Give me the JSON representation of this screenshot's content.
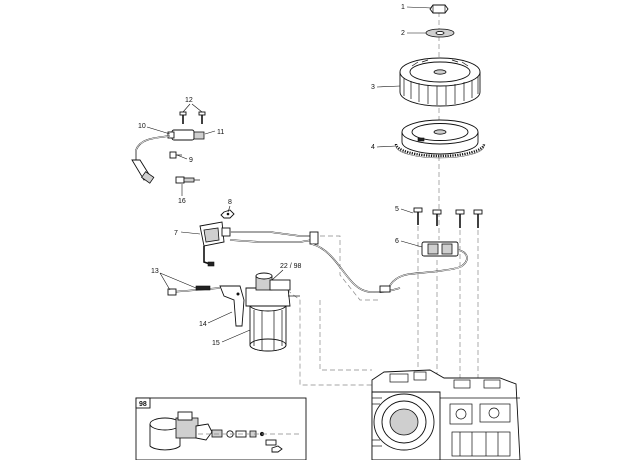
{
  "callouts": {
    "c1": "1",
    "c2": "2",
    "c3": "3",
    "c4": "4",
    "c5": "5",
    "c6": "6",
    "c7": "7",
    "c8": "8",
    "c9": "9",
    "c10": "10",
    "c11": "11",
    "c12": "12",
    "c13": "13",
    "c14": "14",
    "c15": "15",
    "c16": "16",
    "c22": "22 / 98"
  },
  "inset": {
    "label": "98"
  }
}
